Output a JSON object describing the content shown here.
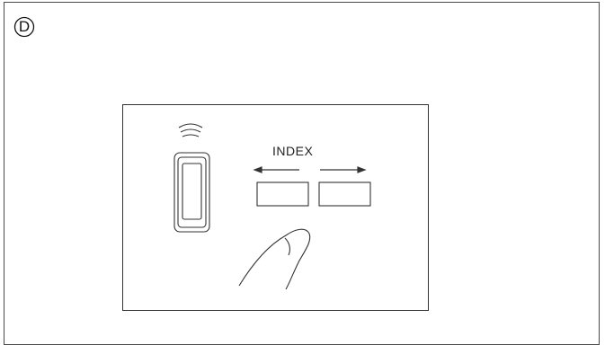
{
  "step": {
    "letter": "D",
    "icon": "circled-letter"
  },
  "panel": {
    "index_label": "INDEX",
    "remote_icon": "remote-control-transmitting-icon",
    "left_button_icon": "arrow-left-icon",
    "right_button_icon": "arrow-right-icon",
    "finger_icon": "pointing-finger-icon"
  },
  "colors": {
    "line": "#333333",
    "background": "#ffffff"
  }
}
